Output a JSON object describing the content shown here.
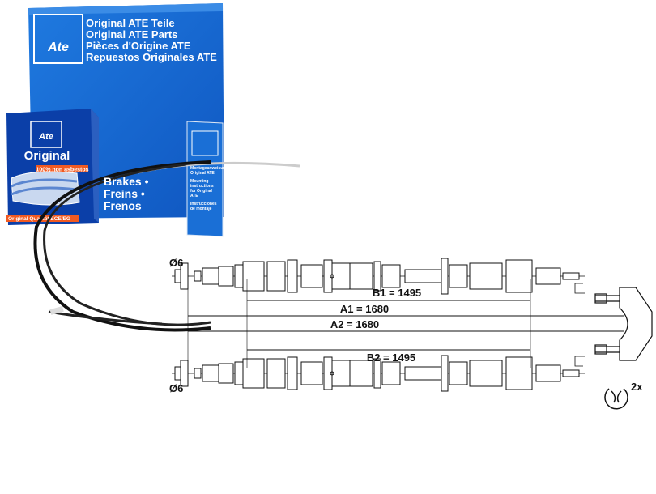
{
  "box_large": {
    "lines": [
      "Original ATE Teile",
      "Original ATE Parts",
      "Pièces d'Origine ATE",
      "Repuestos Originales ATE"
    ],
    "bottom_text": "Brakes • Freins • Frenos",
    "logo": "Ate"
  },
  "box_small": {
    "logo": "Ate",
    "title": "Original",
    "badge": "100% non asbestos",
    "footer": "Original Qualität ECE/EG"
  },
  "leaflet": {
    "lines": [
      "Montageanweisungen Original ATE",
      "Mounting instructions for Original ATE",
      "Instrucciones de montaje"
    ]
  },
  "diagram": {
    "diameter_top": "Ø6",
    "diameter_bottom": "Ø6",
    "b1": "B1 = 1495",
    "a1": "A1 = 1680",
    "a2": "A2 = 1680",
    "b2": "B2 = 1495",
    "clip_qty": "2x"
  },
  "colors": {
    "ate_blue": "#1466c8",
    "box_dark": "#0b3fa8",
    "badge_orange": "#f15a22"
  }
}
